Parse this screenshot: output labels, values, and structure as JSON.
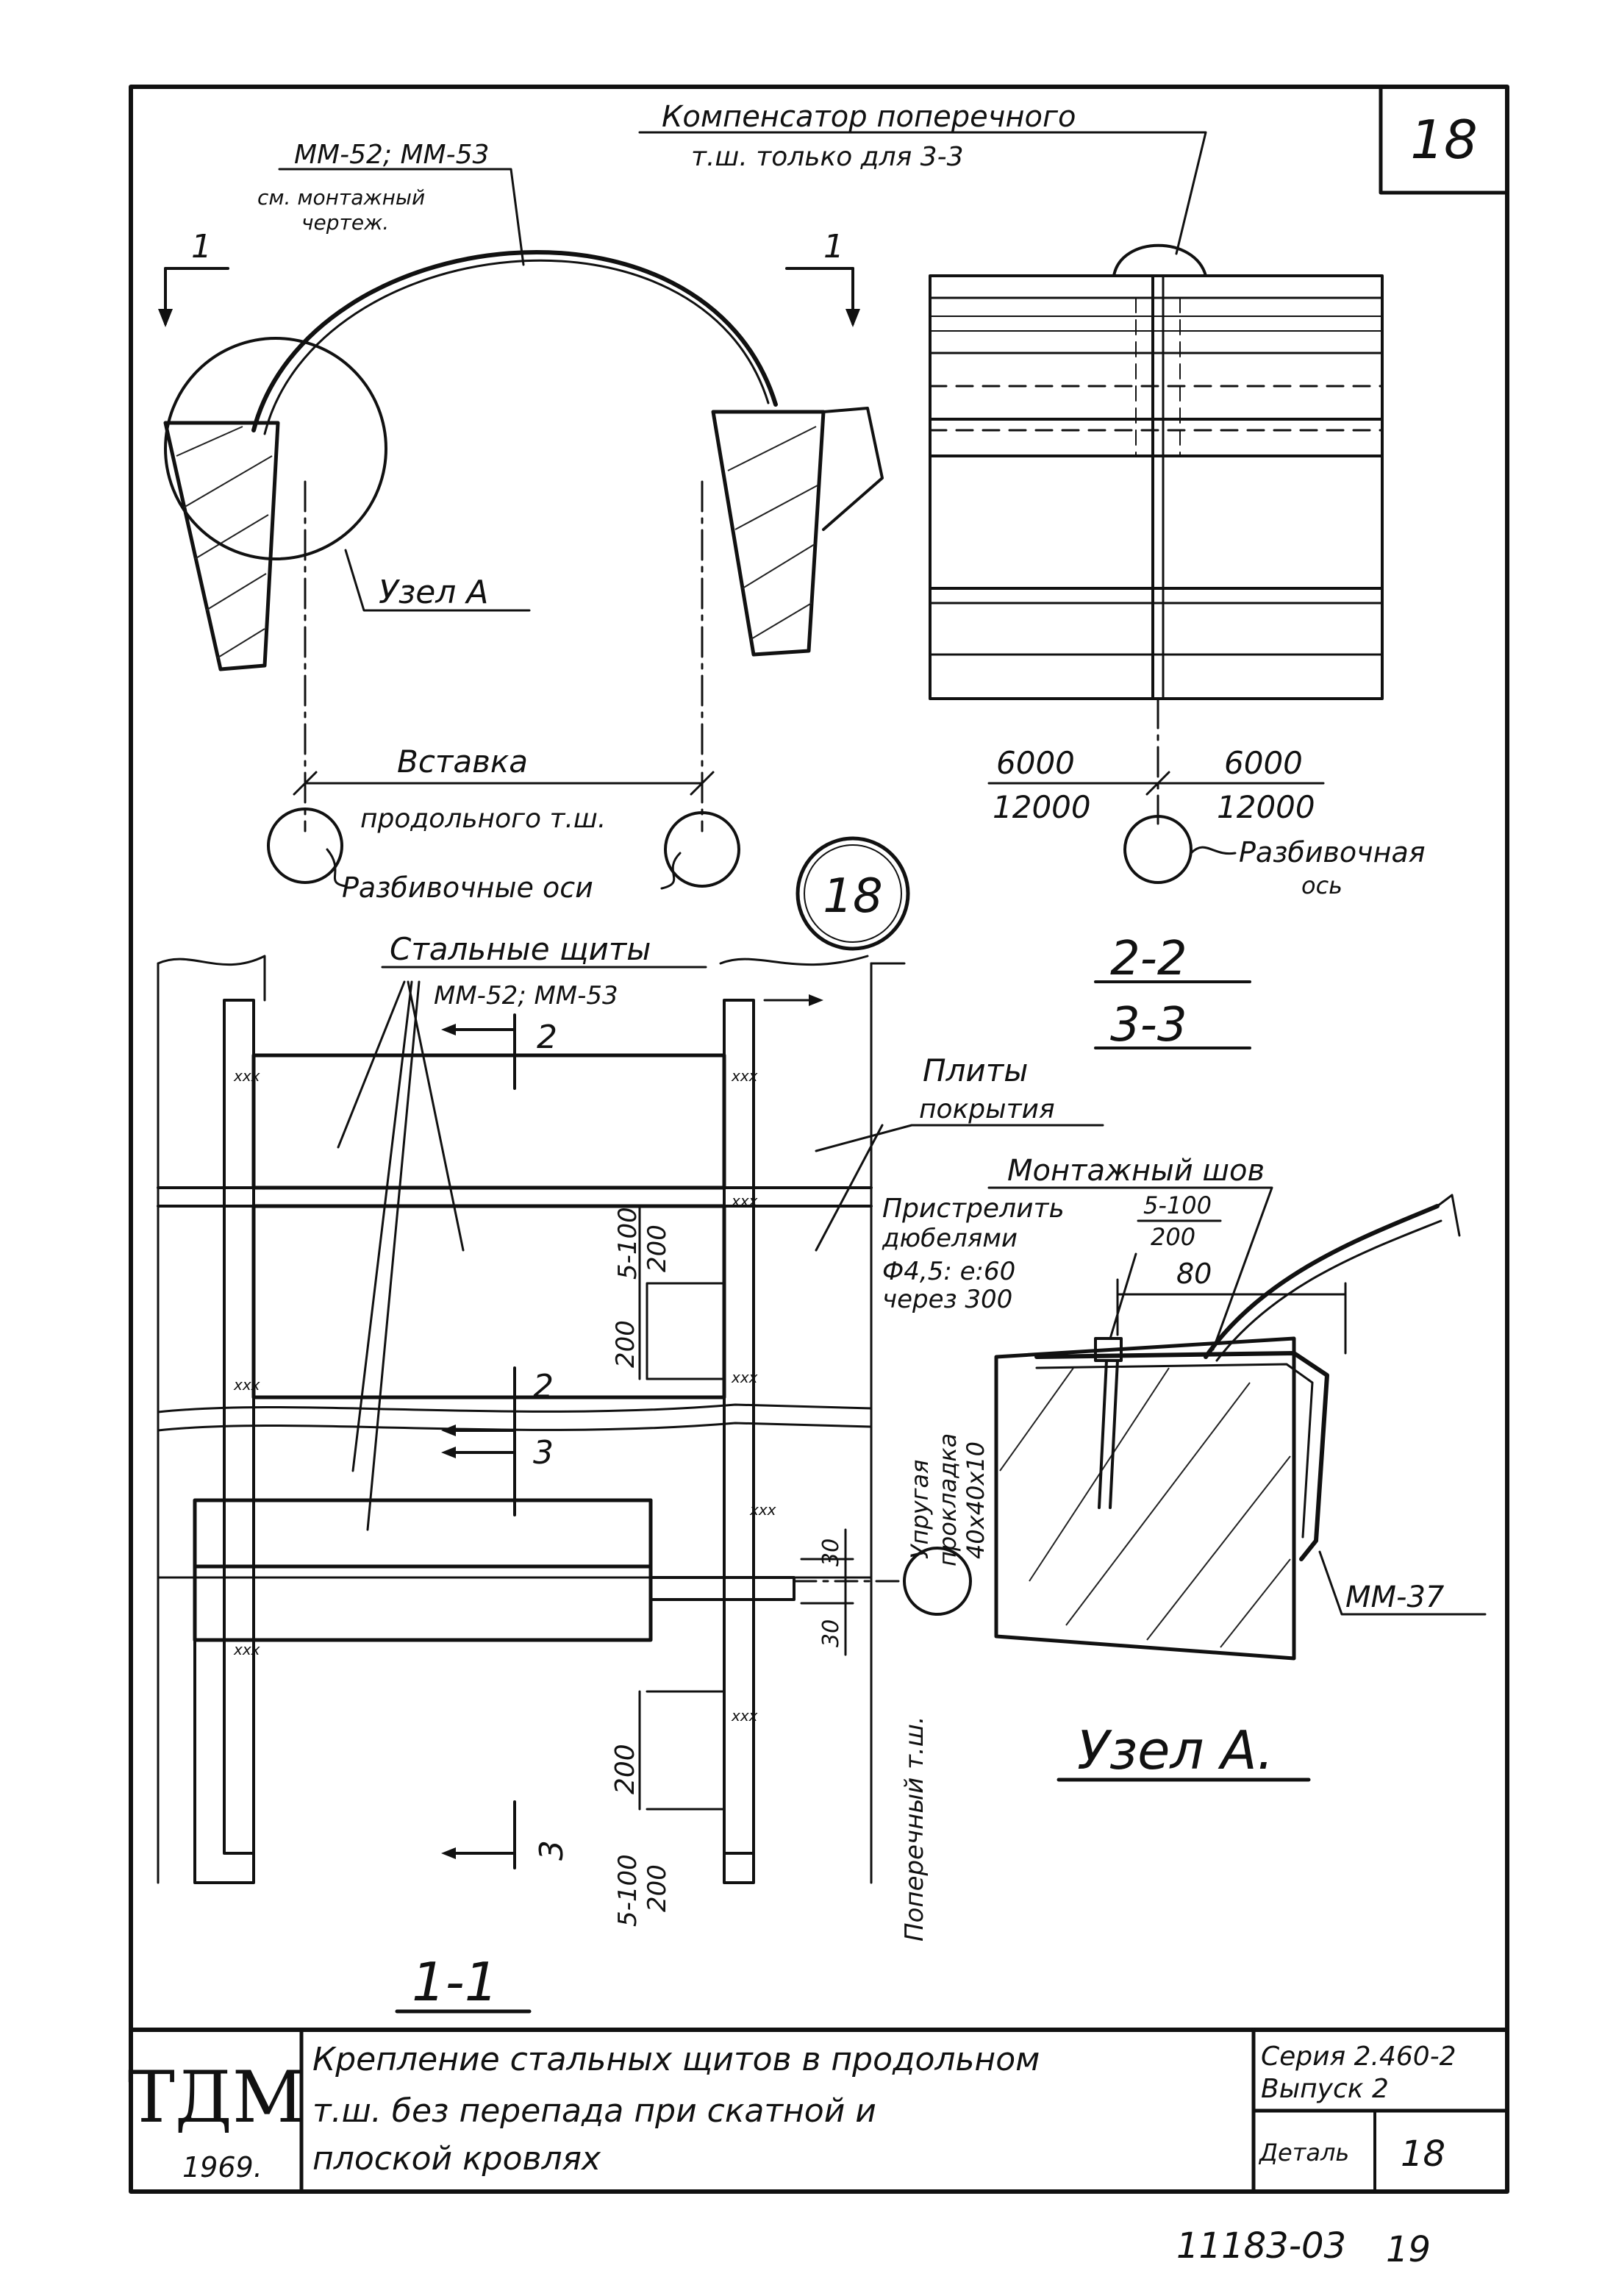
{
  "sheet": {
    "number": "18"
  },
  "section_22": {
    "compensator_title": "Компенсатор поперечного",
    "compensator_sub": "т.ш. только для 3-3",
    "dim_left_top": "6000",
    "dim_left_bottom": "12000",
    "dim_right_top": "6000",
    "dim_right_bottom": "12000",
    "axis_label_1": "Разбивочная",
    "axis_label_2": "ось",
    "caption_top": "2-2",
    "caption_bottom": "3-3"
  },
  "arch_section": {
    "mark_label": "ММ-52; ММ-53",
    "see_label_1": "см. монтажный",
    "see_label_2": "чертеж.",
    "cut_mark_left": "1",
    "cut_mark_right": "1",
    "node_label": "Узел А",
    "insert_label": "Вставка",
    "insert_label_2": "продольного т.ш.",
    "axes_label": "Разбивочные оси",
    "callout_number": "18"
  },
  "plan_11": {
    "steel_shields_1": "Стальные щиты",
    "steel_shields_2": "ММ-52; ММ-53",
    "slabs_1": "Плиты",
    "slabs_2": "покрытия",
    "section_mark_2a": "2",
    "section_mark_2b": "2",
    "section_mark_3a": "3",
    "section_mark_3b": "3",
    "dim_5100_a": "5-100",
    "dim_200_a": "200",
    "dim_200_b": "200",
    "dim_30_a": "30",
    "dim_30_b": "30",
    "dim_200_c": "200",
    "dim_5100_b": "5-100",
    "dim_200_d": "200",
    "elastic_pad_1": "Упругая",
    "elastic_pad_2": "прокладка",
    "elastic_pad_3": "40х40х10",
    "transverse_joint": "Поперечный т.ш.",
    "caption": "1-1"
  },
  "node_a": {
    "mounting_seam": "Монтажный шов",
    "shoot_1": "Пристрелить",
    "shoot_2": "дюбелями",
    "shoot_frac_top": "5-100",
    "shoot_frac_bottom": "200",
    "dowel_1": "Ф4,5: е:60",
    "dowel_2": "через 300",
    "dim_80": "80",
    "mark_mm37": "ММ-37",
    "caption": "Узел А."
  },
  "title_block": {
    "logo": "ТДМ",
    "year": "1969.",
    "title_line_1": "Крепление стальных щитов в продольном",
    "title_line_2": "т.ш. без перепада при скатной и",
    "title_line_3": "плоской кровлях",
    "series": "Серия 2.460-2",
    "issue": "Выпуск 2",
    "detail_label": "Деталь",
    "detail_value": "18"
  },
  "footer": {
    "drawing_number": "11183-03",
    "page": "19"
  }
}
